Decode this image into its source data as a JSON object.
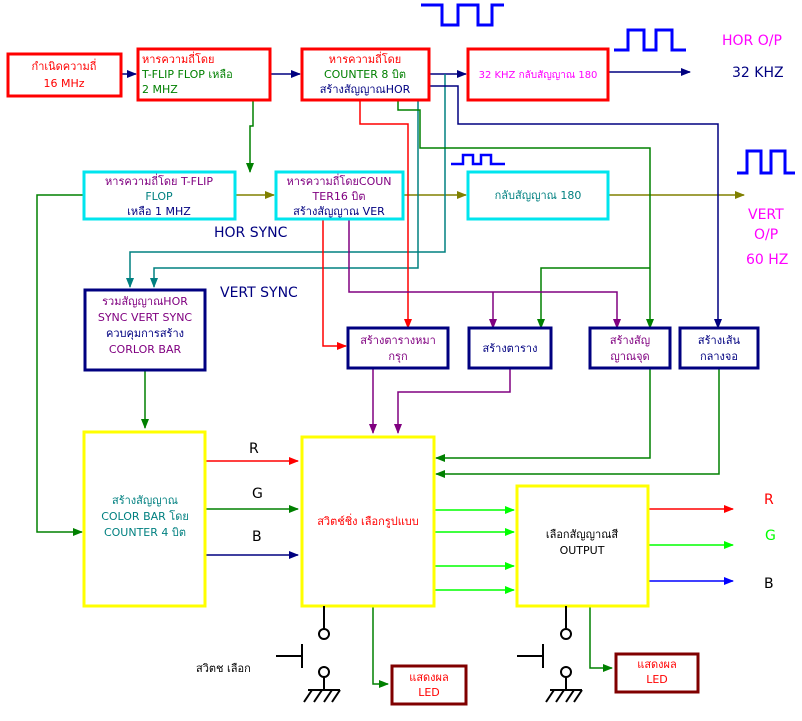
{
  "blocks": {
    "osc": [
      "กำเนิดความถี่",
      "16 MHz"
    ],
    "tff2": [
      "หารความถี่โดย",
      "T-FLIP FLOP เหลือ",
      "2 MHZ"
    ],
    "cnt8": [
      "หารความถี่โดย",
      "COUNTER 8 บิต",
      "สร้างสัญญาณHOR"
    ],
    "khz32": [
      "32 KHZ กลับสัญญาณ 180"
    ],
    "tff1": [
      "หารความถี่โดย T-FLIP",
      "FLOP",
      "เหลือ 1 MHZ"
    ],
    "cnt16": [
      "หารความถี่โดยCOUN",
      "TER16 บิต",
      "สร้างสัญญาณ VER"
    ],
    "inv180": [
      "กลับสัญญาณ 180"
    ],
    "sync": [
      "รวมสัญญาณHOR",
      "SYNC VERT SYNC",
      "ควบคุมการสร้าง",
      "CORLOR BAR"
    ],
    "checker": [
      "สร้างตารางหมา",
      "กรุก"
    ],
    "grid": [
      "สร้างตาราง"
    ],
    "dot": [
      "สร้างสัญ",
      "ญาณจุด"
    ],
    "center": [
      "สร้างเส้น",
      "กลางจอ"
    ],
    "colorbar": [
      "สร้างสัญญาณ",
      "COLOR BAR  โดย",
      "COUNTER 4 บิต"
    ],
    "switch": [
      "สวิตช์ชิ่ง เลือกรูปแบบ"
    ],
    "output": [
      "เลือกสัญญาณสี",
      "OUTPUT"
    ],
    "led1": [
      "แสดงผล",
      "LED"
    ],
    "led2": [
      "แสดงผล",
      "LED"
    ]
  },
  "labels": {
    "hor_op": "HOR O/P",
    "khz": "32 KHZ",
    "vert": "VERT",
    "op": "O/P",
    "hz": "60 HZ",
    "hor_sync": "HOR SYNC",
    "vert_sync": "VERT SYNC",
    "r_in": "R",
    "g_in": "G",
    "b_in": "B",
    "r_out": "R",
    "g_out": "G",
    "b_out": "B",
    "switch_select": "สวิตช เลือก"
  },
  "colors": {
    "red": "#ff0000",
    "navy": "#000080",
    "darkgreen": "#008000",
    "olive": "#808000",
    "teal": "#008080",
    "purple": "#800080",
    "magenta": "#ff00ff",
    "blue": "#0000ff",
    "lime": "#00ff00",
    "yellow": "#ffff00",
    "cyan": "#00e5ee",
    "maroon": "#800000"
  }
}
